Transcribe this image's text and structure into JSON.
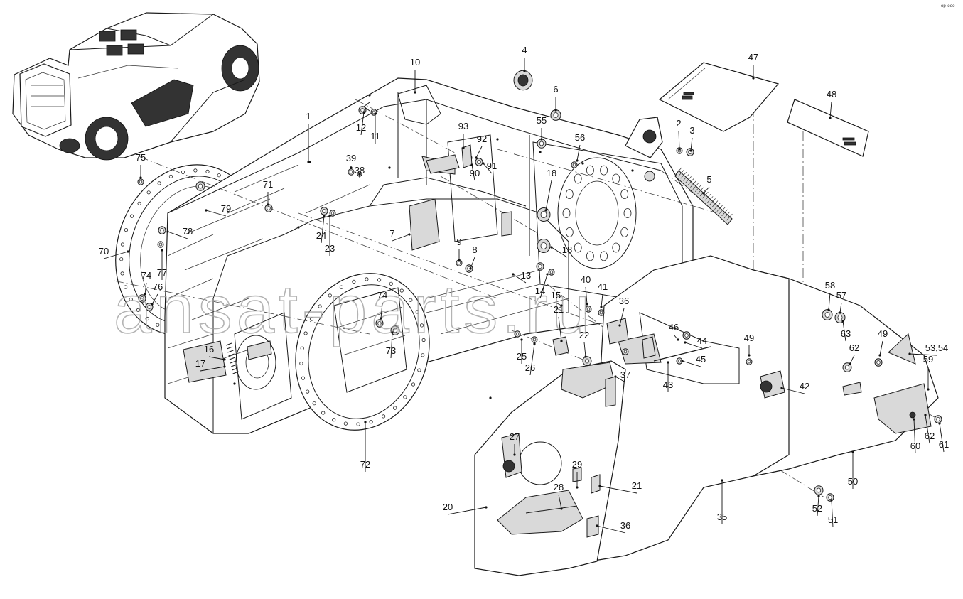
{
  "diagram": {
    "watermark": "ansat-parts.ru",
    "corner_mark": "ᵒᵖ ᵒᵒᵒ",
    "callouts": [
      {
        "id": "c1",
        "text": "1"
      },
      {
        "id": "c2",
        "text": "2"
      },
      {
        "id": "c3",
        "text": "3"
      },
      {
        "id": "c4",
        "text": "4"
      },
      {
        "id": "c5",
        "text": "5"
      },
      {
        "id": "c6",
        "text": "6"
      },
      {
        "id": "c7",
        "text": "7"
      },
      {
        "id": "c8",
        "text": "8"
      },
      {
        "id": "c9",
        "text": "9"
      },
      {
        "id": "c10",
        "text": "10"
      },
      {
        "id": "c11",
        "text": "11"
      },
      {
        "id": "c12",
        "text": "12"
      },
      {
        "id": "c13",
        "text": "13"
      },
      {
        "id": "c14",
        "text": "14"
      },
      {
        "id": "c15",
        "text": "15"
      },
      {
        "id": "c16",
        "text": "16"
      },
      {
        "id": "c17",
        "text": "17"
      },
      {
        "id": "c18a",
        "text": "18"
      },
      {
        "id": "c18b",
        "text": "18"
      },
      {
        "id": "c20",
        "text": "20"
      },
      {
        "id": "c21a",
        "text": "21"
      },
      {
        "id": "c21b",
        "text": "21"
      },
      {
        "id": "c22",
        "text": "22"
      },
      {
        "id": "c23",
        "text": "23"
      },
      {
        "id": "c24",
        "text": "24"
      },
      {
        "id": "c25",
        "text": "25"
      },
      {
        "id": "c26",
        "text": "26"
      },
      {
        "id": "c27",
        "text": "27"
      },
      {
        "id": "c28",
        "text": "28"
      },
      {
        "id": "c29",
        "text": "29"
      },
      {
        "id": "c35",
        "text": "35"
      },
      {
        "id": "c36a",
        "text": "36"
      },
      {
        "id": "c36b",
        "text": "36"
      },
      {
        "id": "c37",
        "text": "37"
      },
      {
        "id": "c38",
        "text": "38"
      },
      {
        "id": "c39",
        "text": "39"
      },
      {
        "id": "c40",
        "text": "40"
      },
      {
        "id": "c41",
        "text": "41"
      },
      {
        "id": "c42",
        "text": "42"
      },
      {
        "id": "c43",
        "text": "43"
      },
      {
        "id": "c44",
        "text": "44"
      },
      {
        "id": "c45",
        "text": "45"
      },
      {
        "id": "c46",
        "text": "46"
      },
      {
        "id": "c47",
        "text": "47"
      },
      {
        "id": "c48",
        "text": "48"
      },
      {
        "id": "c49a",
        "text": "49"
      },
      {
        "id": "c49b",
        "text": "49"
      },
      {
        "id": "c50",
        "text": "50"
      },
      {
        "id": "c51",
        "text": "51"
      },
      {
        "id": "c52",
        "text": "52"
      },
      {
        "id": "c53",
        "text": "53,54"
      },
      {
        "id": "c55",
        "text": "55"
      },
      {
        "id": "c56",
        "text": "56"
      },
      {
        "id": "c57",
        "text": "57"
      },
      {
        "id": "c58",
        "text": "58"
      },
      {
        "id": "c59",
        "text": "59"
      },
      {
        "id": "c60",
        "text": "60"
      },
      {
        "id": "c61",
        "text": "61"
      },
      {
        "id": "c62a",
        "text": "62"
      },
      {
        "id": "c62b",
        "text": "62"
      },
      {
        "id": "c63",
        "text": "63"
      },
      {
        "id": "c70",
        "text": "70"
      },
      {
        "id": "c71",
        "text": "71"
      },
      {
        "id": "c72",
        "text": "72"
      },
      {
        "id": "c73",
        "text": "73"
      },
      {
        "id": "c74a",
        "text": "74"
      },
      {
        "id": "c74b",
        "text": "74"
      },
      {
        "id": "c75",
        "text": "75"
      },
      {
        "id": "c76",
        "text": "76"
      },
      {
        "id": "c77",
        "text": "77"
      },
      {
        "id": "c78",
        "text": "78"
      },
      {
        "id": "c79",
        "text": "79"
      },
      {
        "id": "c90",
        "text": "90"
      },
      {
        "id": "c91",
        "text": "91"
      },
      {
        "id": "c92",
        "text": "92"
      },
      {
        "id": "c93",
        "text": "93"
      }
    ]
  }
}
